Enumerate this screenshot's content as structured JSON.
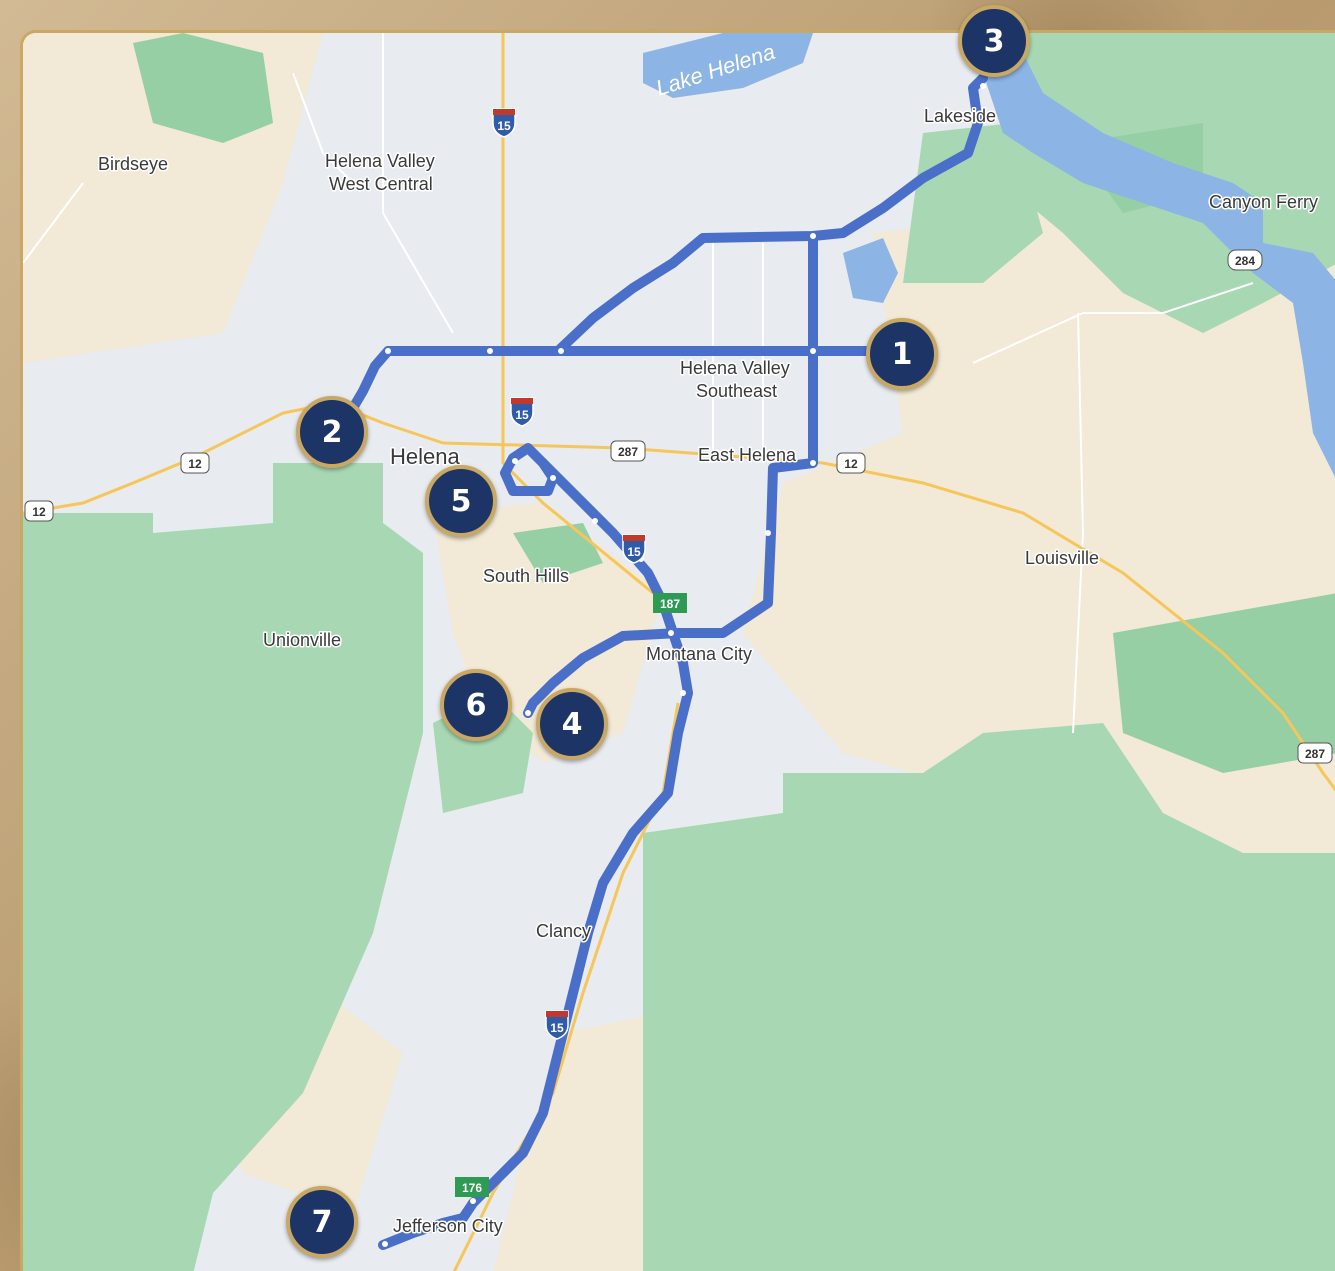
{
  "map": {
    "water_body": "Lake Helena",
    "places": {
      "birdseye": "Birdseye",
      "helena_valley_wc_1": "Helena Valley",
      "helena_valley_wc_2": "West Central",
      "lakeside": "Lakeside",
      "canyon_ferry": "Canyon Ferry",
      "helena_valley_se_1": "Helena Valley",
      "helena_valley_se_2": "Southeast",
      "helena": "Helena",
      "east_helena": "East Helena",
      "louisville": "Louisville",
      "south_hills": "South Hills",
      "unionville": "Unionville",
      "montana_city": "Montana City",
      "clancy": "Clancy",
      "jefferson_city": "Jefferson City"
    },
    "shields": {
      "i15_north": "15",
      "i15_center": "15",
      "i15_south_a": "15",
      "i15_south_b": "15",
      "us12_west": "12",
      "us12_edge": "12",
      "us12_east": "12",
      "us287_center": "287",
      "us287_east": "287",
      "mt284": "284",
      "exit187": "187",
      "exit176": "176"
    },
    "markers": [
      "1",
      "2",
      "3",
      "4",
      "5",
      "6",
      "7"
    ],
    "colors": {
      "route": "#4a6fc9",
      "marker_fill": "#1c3466",
      "marker_border": "#c8a862",
      "forest": "#a7d8b3",
      "forest_dark": "#96cfa4",
      "valley": "#e8ebf0",
      "grassland": "#f2e9d6",
      "water": "#8cb4e4"
    }
  }
}
